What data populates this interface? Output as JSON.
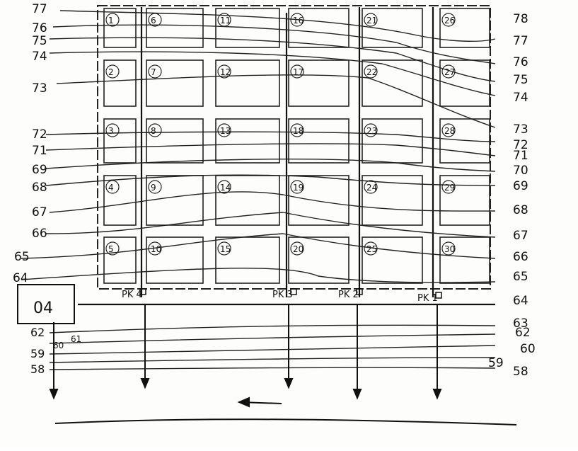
{
  "drawing": {
    "treatment_box_label": "04",
    "wells": [
      "PK 4",
      "PK 3",
      "PK 2",
      "PK 1"
    ],
    "plot_numbers": [
      "1",
      "2",
      "3",
      "4",
      "5",
      "6",
      "7",
      "8",
      "9",
      "10",
      "11",
      "12",
      "13",
      "14",
      "15",
      "16",
      "17",
      "18",
      "19",
      "20",
      "21",
      "22",
      "23",
      "24",
      "25",
      "26",
      "27",
      "28",
      "29",
      "30"
    ],
    "contour_labels_left": [
      "77",
      "76",
      "75",
      "74",
      "73",
      "72",
      "71",
      "69",
      "68",
      "67",
      "66",
      "65",
      "64"
    ],
    "contour_labels_right": [
      "78",
      "77",
      "76",
      "75",
      "74",
      "73",
      "72",
      "71",
      "70",
      "69",
      "68",
      "67",
      "66",
      "65",
      "64",
      "63"
    ],
    "bottom_labels_left": [
      "62",
      "60",
      "61",
      "59",
      "58"
    ],
    "bottom_labels_right": [
      "62",
      "60",
      "59",
      "58"
    ]
  }
}
